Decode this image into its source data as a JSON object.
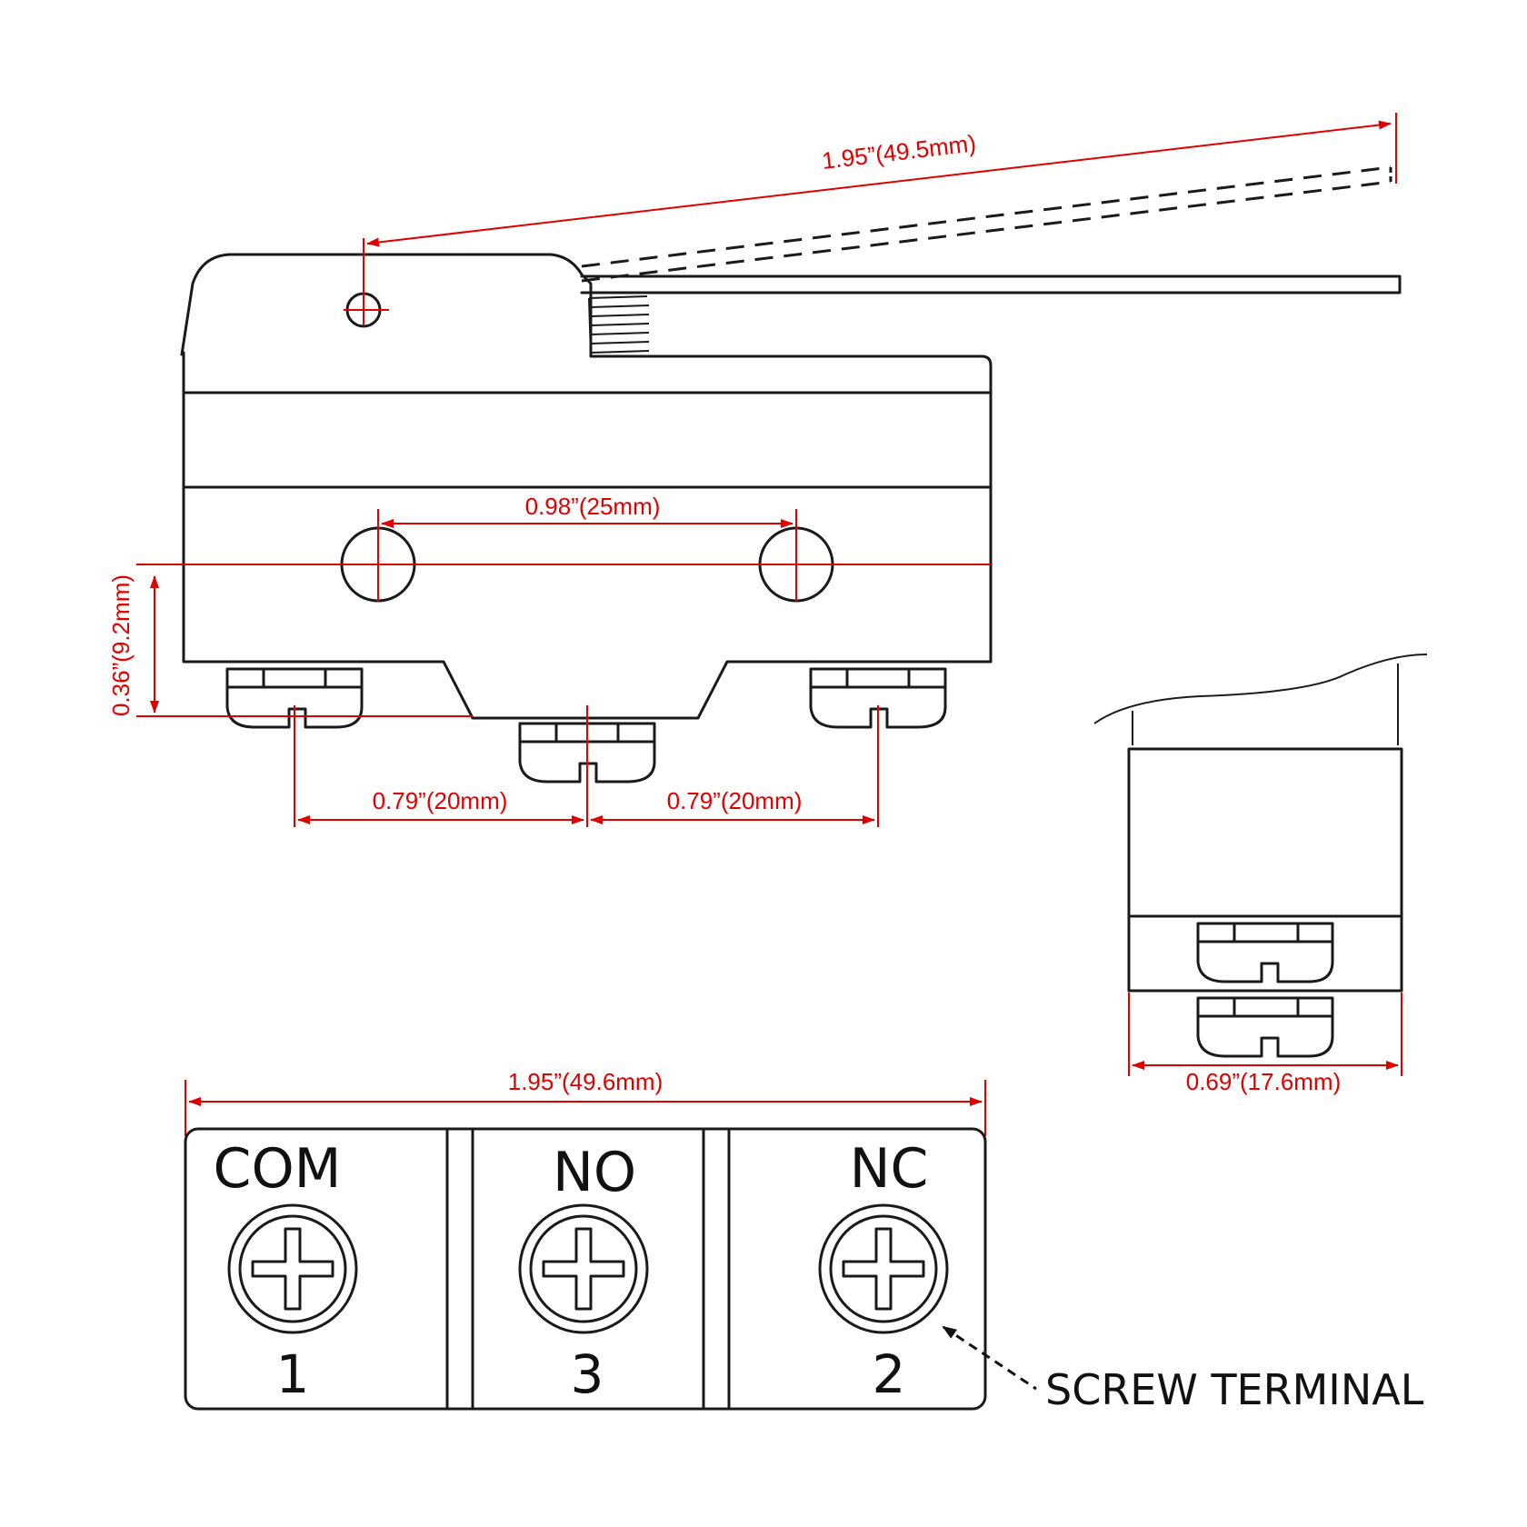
{
  "dimensions": {
    "lever_length": "1.95”(49.5mm)",
    "hole_spacing": "0.98”(25mm)",
    "hole_height": "0.36”(9.2mm)",
    "terminal_spacing_left": "0.79”(20mm)",
    "terminal_spacing_right": "0.79”(20mm)",
    "body_length": "1.95”(49.6mm)",
    "body_width": "0.69”(17.6mm)"
  },
  "terminals": [
    {
      "label": "COM",
      "number": "1"
    },
    {
      "label": "NO",
      "number": "3"
    },
    {
      "label": "NC",
      "number": "2"
    }
  ],
  "callout": "SCREW TERMINAL",
  "colors": {
    "dimension": "#e00000",
    "outline": "#1a1a1a"
  }
}
